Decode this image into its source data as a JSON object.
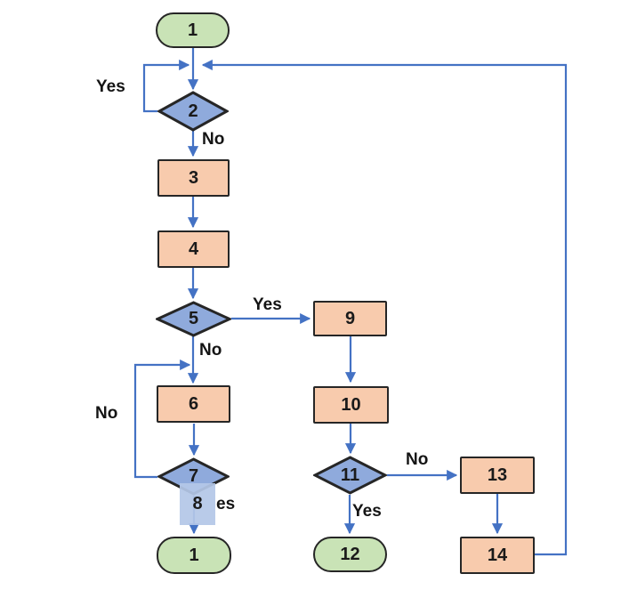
{
  "diagram": {
    "type": "flowchart",
    "background": "#ffffff",
    "colors": {
      "terminator_fill": "#c9e3b6",
      "process_fill": "#f8cbad",
      "decision_fill": "#8faadc",
      "highlight_tile_fill": "#b4c7e7",
      "connector": "#4472c4",
      "shape_border": "#262626",
      "label_text": "#1a1a1a"
    },
    "nodes": {
      "start": {
        "label": "1",
        "type": "terminator"
      },
      "d2": {
        "label": "2",
        "type": "decision"
      },
      "p3": {
        "label": "3",
        "type": "process"
      },
      "p4": {
        "label": "4",
        "type": "process"
      },
      "d5": {
        "label": "5",
        "type": "decision"
      },
      "p6": {
        "label": "6",
        "type": "process"
      },
      "d7": {
        "label": "7",
        "type": "decision"
      },
      "h8": {
        "label": "8",
        "type": "highlight-tile"
      },
      "end1": {
        "label": "1",
        "type": "terminator"
      },
      "p9": {
        "label": "9",
        "type": "process"
      },
      "p10": {
        "label": "10",
        "type": "process"
      },
      "d11": {
        "label": "11",
        "type": "decision"
      },
      "end12": {
        "label": "12",
        "type": "terminator"
      },
      "p13": {
        "label": "13",
        "type": "process"
      },
      "p14": {
        "label": "14",
        "type": "process"
      }
    },
    "edge_labels": {
      "yes_d2": "Yes",
      "no_d2": "No",
      "yes_d5": "Yes",
      "no_d5": "No",
      "no_d7": "No",
      "yes_d7_partial": "es",
      "no_d11": "No",
      "yes_d11": "Yes"
    }
  }
}
